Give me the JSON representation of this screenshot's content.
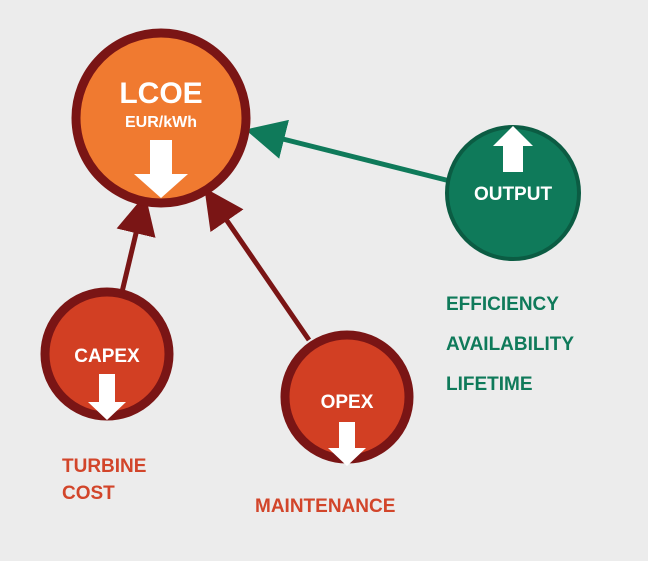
{
  "colors": {
    "background": "#ececec",
    "ring_dark": "#7a1515",
    "lcoe_fill": "#f07a30",
    "capex_opex_fill": "#d23f23",
    "output_fill": "#0f7a5a",
    "output_ring": "#0b5c43",
    "arrow_red": "#7a1515",
    "arrow_green": "#0f7a5a",
    "text_red": "#d2452a",
    "text_green": "#0f7a5a",
    "white": "#ffffff"
  },
  "nodes": {
    "lcoe": {
      "title": "LCOE",
      "unit": "EUR/kWh",
      "direction": "down",
      "icon": "arrow-down-icon"
    },
    "capex": {
      "title": "CAPEX",
      "direction": "down",
      "icon": "arrow-down-icon"
    },
    "opex": {
      "title": "OPEX",
      "direction": "down",
      "icon": "arrow-down-icon"
    },
    "output": {
      "title": "OUTPUT",
      "direction": "up",
      "icon": "arrow-up-icon"
    }
  },
  "labels": {
    "capex": [
      "TURBINE",
      "COST"
    ],
    "opex": [
      "MAINTENANCE"
    ],
    "output": [
      "EFFICIENCY",
      "AVAILABILITY",
      "LIFETIME"
    ]
  },
  "edges": [
    {
      "from": "capex",
      "to": "lcoe"
    },
    {
      "from": "opex",
      "to": "lcoe"
    },
    {
      "from": "output",
      "to": "lcoe"
    }
  ]
}
